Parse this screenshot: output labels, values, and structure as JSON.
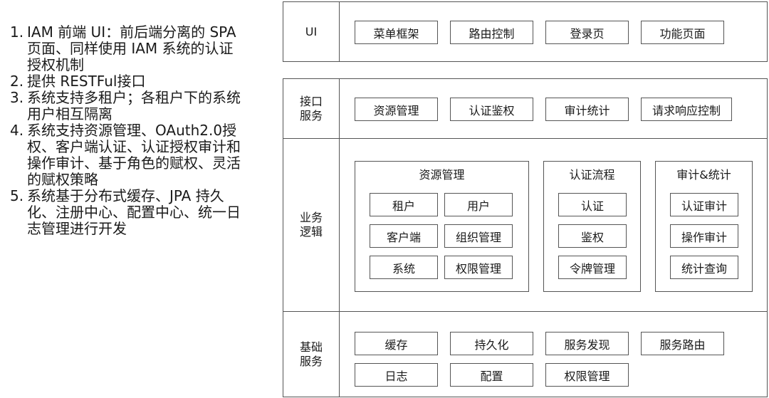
{
  "features": [
    {
      "num": "1.",
      "text": "IAM 前端 UI：前后端分离的 SPA 页面、同样使用 IAM 系统的认证授权机制"
    },
    {
      "num": "2.",
      "text": "提供 RESTFul接口"
    },
    {
      "num": "3.",
      "text": "系统支持多租户；各租户下的系统用户相互隔离"
    },
    {
      "num": "4.",
      "text": "系统支持资源管理、OAuth2.0授权、客户端认证、认证授权审计和操作审计、基于角色的赋权、灵活的赋权策略"
    },
    {
      "num": "5.",
      "text": "系统基于分布式缓存、JPA 持久化、注册中心、配置中心、统一日志管理进行开发"
    }
  ],
  "layers": {
    "ui": {
      "label": "UI",
      "items": [
        "菜单框架",
        "路由控制",
        "登录页",
        "功能页面"
      ]
    },
    "api": {
      "label": "接口\n服务",
      "items": [
        "资源管理",
        "认证鉴权",
        "审计统计",
        "请求响应控制"
      ]
    },
    "logic": {
      "label": "业务\n逻辑",
      "groups": [
        {
          "title": "资源管理",
          "items": [
            "租户",
            "用户",
            "客户端",
            "组织管理",
            "系统",
            "权限管理"
          ]
        },
        {
          "title": "认证流程",
          "items": [
            "认证",
            "鉴权",
            "令牌管理"
          ]
        },
        {
          "title": "审计&统计",
          "items": [
            "认证审计",
            "操作审计",
            "统计查询"
          ]
        }
      ]
    },
    "infra": {
      "label": "基础\n服务",
      "items": [
        "缓存",
        "持久化",
        "服务发现",
        "服务路由",
        "日志",
        "配置",
        "权限管理"
      ]
    }
  }
}
